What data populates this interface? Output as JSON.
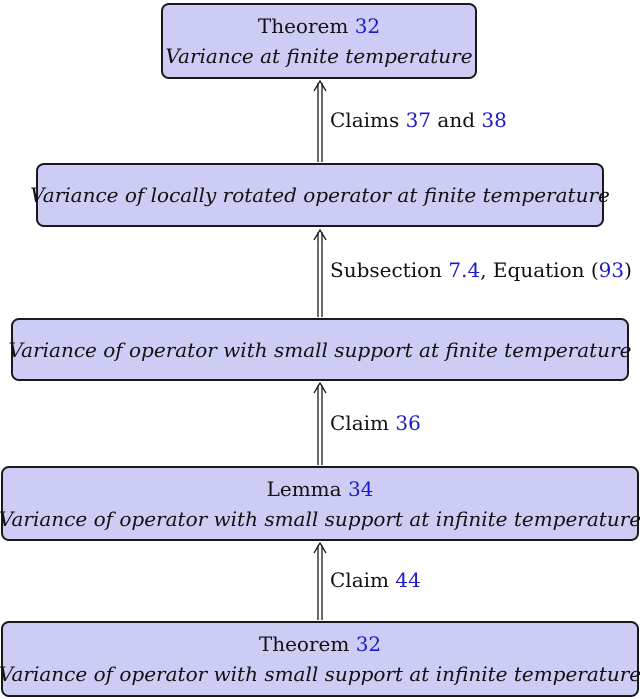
{
  "boxes": {
    "b1": {
      "title": "Theorem",
      "ref": "32",
      "desc": "Variance at finite temperature"
    },
    "b2": {
      "desc": "Variance of locally rotated operator at finite temperature"
    },
    "b3": {
      "desc": "Variance of operator with small support at finite temperature"
    },
    "b4": {
      "title": "Lemma",
      "ref": "34",
      "desc": "Variance of operator with small support at infinite temperature"
    },
    "b5": {
      "title": "Theorem",
      "ref": "32",
      "desc": "Variance of operator with small support at infinite temperature"
    }
  },
  "edges": {
    "e1": {
      "pre": "Claims",
      "ref1": "37",
      "mid": "and",
      "ref2": "38"
    },
    "e2": {
      "pre": "Subsection",
      "ref1": "7.4",
      "mid": ", Equation (",
      "ref2": "93",
      "post": ")"
    },
    "e3": {
      "pre": "Claim",
      "ref1": "36"
    },
    "e4": {
      "pre": "Claim",
      "ref1": "44"
    }
  },
  "colors": {
    "box_fill": "#ccccf5",
    "border": "#1a1a1a",
    "ref": "#1a1acc"
  }
}
